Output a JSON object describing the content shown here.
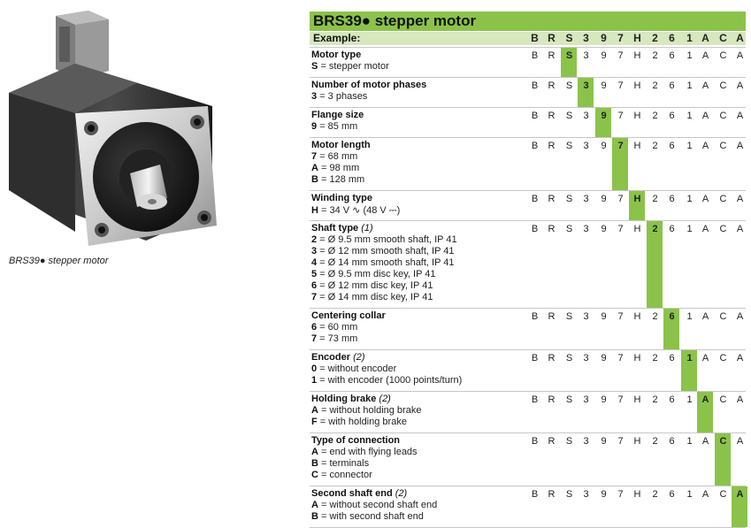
{
  "caption": "BRS39● stepper motor",
  "title": "BRS39● stepper motor",
  "example_label": "Example:",
  "code": [
    "B",
    "R",
    "S",
    "3",
    "9",
    "7",
    "H",
    "2",
    "6",
    "1",
    "A",
    "C",
    "A"
  ],
  "rows": [
    {
      "title": "Motor type",
      "note": "",
      "hl": 2,
      "options": [
        {
          "code": "S",
          "text": " = stepper motor"
        }
      ]
    },
    {
      "title": "Number of motor phases",
      "note": "",
      "hl": 3,
      "options": [
        {
          "code": "3",
          "text": " = 3 phases"
        }
      ]
    },
    {
      "title": "Flange size",
      "note": "",
      "hl": 4,
      "options": [
        {
          "code": "9",
          "text": " = 85 mm"
        }
      ]
    },
    {
      "title": "Motor length",
      "note": "",
      "hl": 5,
      "options": [
        {
          "code": "7",
          "text": " = 68 mm"
        },
        {
          "code": "A",
          "text": " = 98 mm"
        },
        {
          "code": "B",
          "text": " = 128 mm"
        }
      ]
    },
    {
      "title": "Winding type",
      "note": "",
      "hl": 6,
      "options": [
        {
          "code": "H",
          "text": " = 34 V ∿ (48 V ⎓)"
        }
      ]
    },
    {
      "title": "Shaft type",
      "note": "(1)",
      "hl": 7,
      "options": [
        {
          "code": "2",
          "text": " = Ø 9.5 mm smooth shaft, IP 41"
        },
        {
          "code": "3",
          "text": " = Ø 12 mm smooth shaft, IP 41"
        },
        {
          "code": "4",
          "text": " = Ø 14 mm smooth shaft, IP 41"
        },
        {
          "code": "5",
          "text": " = Ø 9.5 mm disc key, IP 41"
        },
        {
          "code": "6",
          "text": " = Ø 12 mm disc key, IP 41"
        },
        {
          "code": "7",
          "text": " = Ø 14 mm disc key, IP 41"
        }
      ]
    },
    {
      "title": "Centering collar",
      "note": "",
      "hl": 8,
      "options": [
        {
          "code": "6",
          "text": " = 60 mm"
        },
        {
          "code": "7",
          "text": " = 73 mm"
        }
      ]
    },
    {
      "title": "Encoder",
      "note": "(2)",
      "hl": 9,
      "options": [
        {
          "code": "0",
          "text": " = without encoder"
        },
        {
          "code": "1",
          "text": " = with encoder (1000 points/turn)"
        }
      ]
    },
    {
      "title": "Holding brake",
      "note": "(2)",
      "hl": 10,
      "options": [
        {
          "code": "A",
          "text": " = without holding brake"
        },
        {
          "code": "F",
          "text": " = with holding brake"
        }
      ]
    },
    {
      "title": "Type of connection",
      "note": "",
      "hl": 11,
      "options": [
        {
          "code": "A",
          "text": " = end with flying leads"
        },
        {
          "code": "B",
          "text": " = terminals"
        },
        {
          "code": "C",
          "text": " = connector"
        }
      ]
    },
    {
      "title": "Second shaft end",
      "note": "(2)",
      "hl": 12,
      "options": [
        {
          "code": "A",
          "text": " = without second shaft end"
        },
        {
          "code": "B",
          "text": " = with second shaft end"
        }
      ]
    }
  ]
}
